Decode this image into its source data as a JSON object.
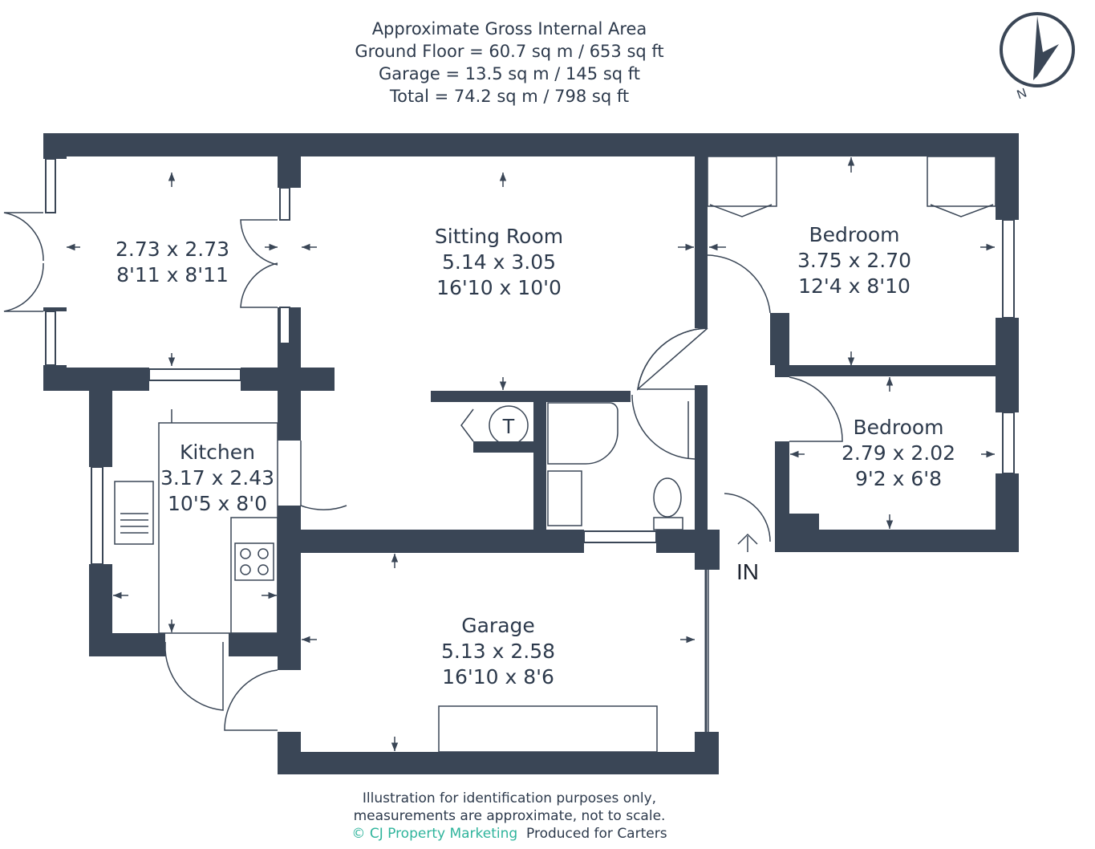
{
  "header": {
    "line1": "Approximate Gross Internal Area",
    "line2": "Ground Floor = 60.7 sq m / 653 sq ft",
    "line3": "Garage = 13.5 sq m / 145 sq ft",
    "line4": "Total = 74.2 sq m / 798 sq ft"
  },
  "compass": {
    "label": "N"
  },
  "rooms": {
    "unnamed_room": {
      "metric": "2.73 x 2.73",
      "imperial": "8'11 x 8'11"
    },
    "sitting_room": {
      "name": "Sitting Room",
      "metric": "5.14 x 3.05",
      "imperial": "16'10 x 10'0"
    },
    "bedroom1": {
      "name": "Bedroom",
      "metric": "3.75 x 2.70",
      "imperial": "12'4 x 8'10"
    },
    "bedroom2": {
      "name": "Bedroom",
      "metric": "2.79 x 2.02",
      "imperial": "9'2 x 6'8"
    },
    "kitchen": {
      "name": "Kitchen",
      "metric": "3.17 x 2.43",
      "imperial": "10'5 x 8'0"
    },
    "garage": {
      "name": "Garage",
      "metric": "5.13 x 2.58",
      "imperial": "16'10 x 8'6"
    }
  },
  "fixtures": {
    "tank_label": "T"
  },
  "entrance": {
    "label": "IN"
  },
  "footer": {
    "line1": "Illustration for identification purposes only,",
    "line2": "measurements are approximate, not to scale.",
    "brand": "© CJ Property Marketing",
    "produced": "Produced for Carters"
  },
  "colors": {
    "wall": "#3a4656",
    "text": "#2d3a4c",
    "brand": "#2fb49c"
  }
}
